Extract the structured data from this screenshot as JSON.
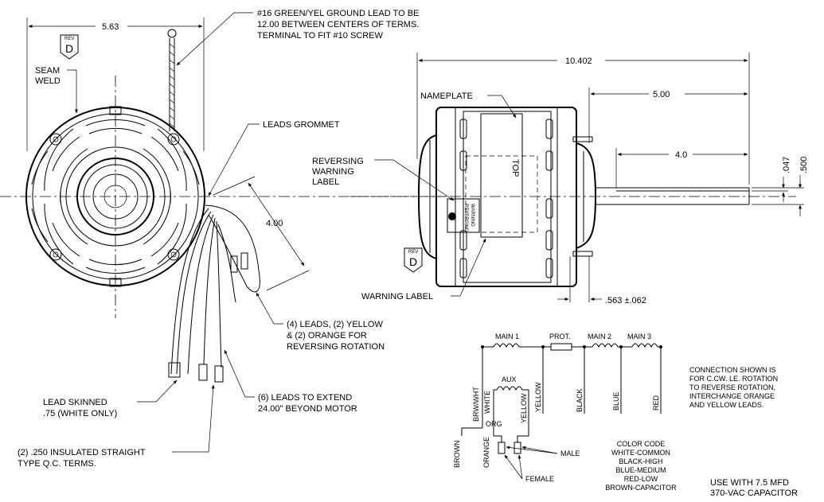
{
  "rev_badges": [
    {
      "rev": "REV",
      "letter": "D"
    },
    {
      "rev": "REV",
      "letter": "D"
    }
  ],
  "dimensions": {
    "end_width": "5.63",
    "overall_length": "10.402",
    "shaft_length": "5.00",
    "shaft_flat": "4.0",
    "flat_depth": ".047",
    "shaft_dia": ".500",
    "lead_length": "4.00",
    "offset": ".563 ±.062"
  },
  "callouts": {
    "ground_lead": [
      "#16 GREEN/YEL GROUND LEAD TO BE",
      "12.00 BETWEEN CENTERS OF TERMS.",
      "TERMINAL TO FIT #10 SCREW"
    ],
    "seam_weld": [
      "SEAM",
      "WELD"
    ],
    "leads_grommet": "LEADS GROMMET",
    "nameplate": "NAMEPLATE",
    "reversing_warning": [
      "REVERSING",
      "WARNING",
      "LABEL"
    ],
    "warning_label": "WARNING LABEL",
    "four_leads": [
      "(4) LEADS, (2) YELLOW",
      "& (2) ORANGE FOR",
      "REVERSING ROTATION"
    ],
    "six_leads": [
      "(6) LEADS TO EXTEND",
      "24.00\" BEYOND MOTOR"
    ],
    "lead_skinned": [
      "LEAD    SKINNED",
      ".75 (WHITE ONLY)"
    ],
    "insulated_terms": [
      "(2) .250 INSULATED STRAIGHT",
      "TYPE Q.C. TERMS."
    ]
  },
  "motor_body_text": {
    "top": "TOP",
    "label_lines": [
      "WARNING",
      "REVERSING"
    ]
  },
  "schematic": {
    "windings": {
      "main1": "MAIN 1",
      "prot": "PROT.",
      "main2": "MAIN 2",
      "main3": "MAIN 3",
      "aux": "AUX"
    },
    "leads": {
      "brw_wht": "BRW/WHT",
      "white": "WHITE",
      "yellow1": "YELLOW",
      "yellow2": "YELLOW",
      "black": "BLACK",
      "blue": "BLUE",
      "red": "RED",
      "org": "ORG",
      "brown": "BROWN",
      "orange": "ORANGE"
    },
    "male": "MALE",
    "female": "FEMALE"
  },
  "color_code": [
    "COLOR CODE",
    "WHITE-COMMON",
    "BLACK-HIGH",
    "BLUE-MEDIUM",
    "RED-LOW",
    "BROWN-CAPACITOR"
  ],
  "connection_note": [
    "CONNECTION SHOWN IS",
    "FOR C.CW. LE. ROTATION",
    "TO REVERSE ROTATION,",
    "INTERCHANGE ORANGE",
    "AND YELLOW LEADS."
  ],
  "capacitor_note": [
    "USE WITH 7.5 MFD",
    "370-VAC CAPACITOR"
  ]
}
